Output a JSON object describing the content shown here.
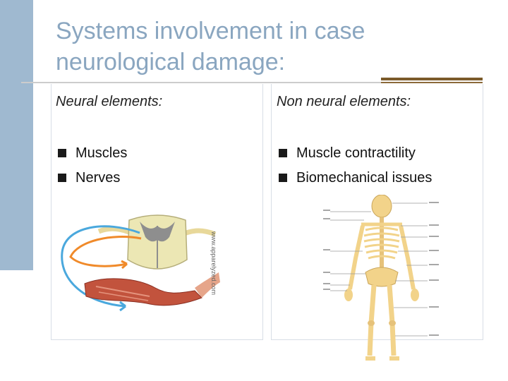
{
  "slide": {
    "title": "Systems involvement in case neurological damage:"
  },
  "columns": {
    "left": {
      "heading": "Neural elements:",
      "bullets": [
        "Muscles",
        "Nerves"
      ],
      "image_watermark": "www.apparelyzed.com"
    },
    "right": {
      "heading": "Non neural elements:",
      "bullets": [
        "Muscle contractility",
        "Biomechanical issues"
      ]
    }
  },
  "colors": {
    "accent_bar": "#9fb9d0",
    "title": "#8aa6c0",
    "brown_rule": "#7b5a2a",
    "bone": "#f2d38a",
    "nerve_blue": "#4aa8dd",
    "nerve_orange": "#f08a2a",
    "muscle": "#c2533d"
  },
  "icons": {
    "bullet": "square-bullet-icon"
  }
}
